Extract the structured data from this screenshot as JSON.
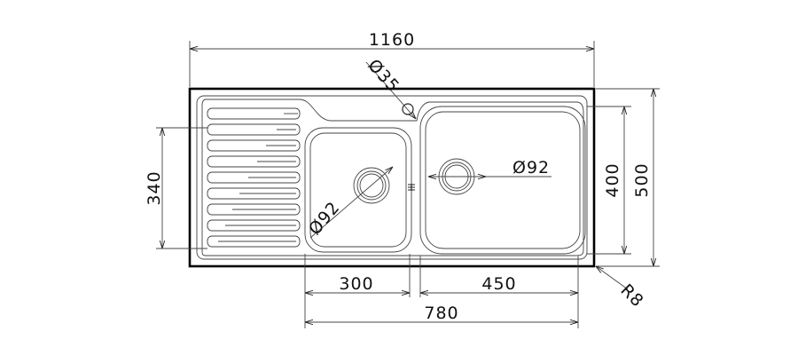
{
  "drawing": {
    "dimensions": {
      "overall_width": "1160",
      "tap_hole": "Ø35",
      "height_left": "340",
      "height_bowl": "400",
      "height_overall": "500",
      "small_waste": "Ø92",
      "large_waste": "Ø92",
      "small_bowl_width": "300",
      "large_bowl_width": "450",
      "bowls_total_width": "780",
      "corner_radius": "R8"
    }
  }
}
